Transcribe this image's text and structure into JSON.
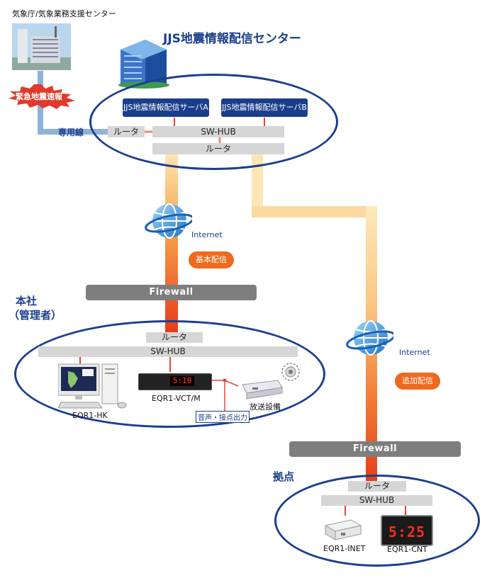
{
  "jma_label": "気象庁/気象業務支援センター",
  "eew_label": "緊急地震速報",
  "leased_line_label": "専用線",
  "center_title": "JJS地震情報配信センター",
  "server_a": "JJS地震情報配信サーバA",
  "server_b": "JJS地震情報配信サーバB",
  "router_label": "ルータ",
  "swhub_label": "SW-HUB",
  "internet_label": "Internet",
  "basic_delivery": "基本配信",
  "additional_delivery": "追加配信",
  "firewall_label": "Firewall",
  "hq_title_1": "本社",
  "hq_title_2": "（管理者）",
  "branch_title": "拠点",
  "devices": {
    "hk": "EQR1-HK",
    "vct": "EQR1-VCT/M",
    "broadcast": "放送設備",
    "audio_output": "音声・接点出力",
    "inet": "EQR1-INET",
    "cnt": "EQR1-CNT"
  },
  "vct_display": "5:18",
  "cnt_display": "5:25",
  "colors": {
    "brand_blue": "#1a3e8c",
    "orange": "#ee6a1e",
    "bar_gray": "#d6d6d6",
    "firewall_gray": "#7e7e7e",
    "link_red": "#e2453c"
  }
}
